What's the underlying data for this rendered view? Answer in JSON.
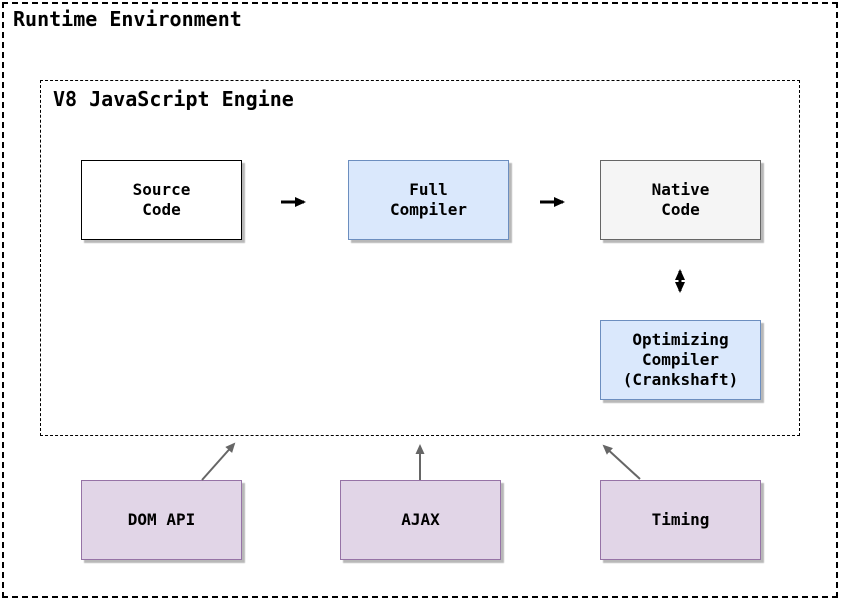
{
  "diagram": {
    "outer": {
      "title": "Runtime Environment"
    },
    "engine": {
      "title": "V8 JavaScript Engine"
    },
    "nodes": {
      "source_code": {
        "label": "Source\nCode",
        "fill": "#FFFFFF",
        "border": "#000000"
      },
      "full_compiler": {
        "label": "Full\nCompiler",
        "fill": "#DAE8FC",
        "border": "#6C8EBF"
      },
      "native_code": {
        "label": "Native\nCode",
        "fill": "#F5F5F5",
        "border": "#666666"
      },
      "optimizing_compiler": {
        "label": "Optimizing\nCompiler\n(Crankshaft)",
        "fill": "#DAE8FC",
        "border": "#6C8EBF"
      },
      "dom_api": {
        "label": "DOM API",
        "fill": "#E1D5E7",
        "border": "#9673A6"
      },
      "ajax": {
        "label": "AJAX",
        "fill": "#E1D5E7",
        "border": "#9673A6"
      },
      "timing": {
        "label": "Timing",
        "fill": "#E1D5E7",
        "border": "#9673A6"
      }
    },
    "edges": [
      {
        "from": "source_code",
        "to": "full_compiler",
        "style": "black-arrow-right"
      },
      {
        "from": "full_compiler",
        "to": "native_code",
        "style": "black-arrow-right"
      },
      {
        "from": "native_code",
        "to": "optimizing_compiler",
        "style": "black-double-arrow-vertical"
      },
      {
        "from": "dom_api",
        "to": "v8_engine",
        "style": "gray-arrow"
      },
      {
        "from": "ajax",
        "to": "v8_engine",
        "style": "gray-arrow"
      },
      {
        "from": "timing",
        "to": "v8_engine",
        "style": "gray-arrow"
      }
    ],
    "colors": {
      "arrow_black": "#000000",
      "arrow_gray": "#666666",
      "dashed_border": "#000000"
    }
  }
}
